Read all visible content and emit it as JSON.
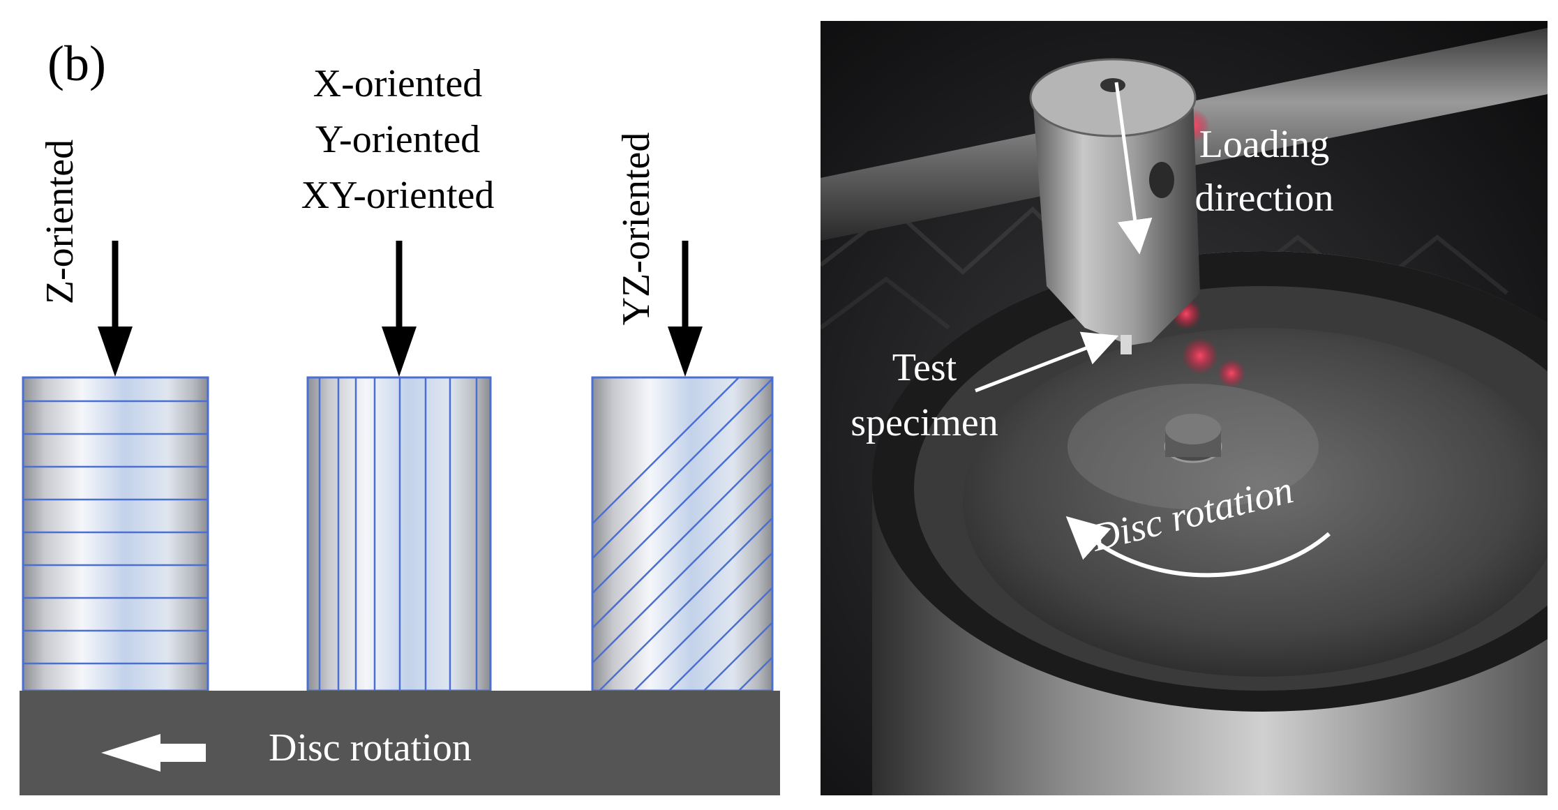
{
  "panel_label": "(b)",
  "labels": {
    "z_oriented": "Z-oriented",
    "x_oriented": "X-oriented",
    "y_oriented": "Y-oriented",
    "xy_oriented": "XY-oriented",
    "yz_oriented": "YZ-oriented",
    "disc_rotation": "Disc rotation"
  },
  "photo": {
    "loading_direction_line1": "Loading",
    "loading_direction_line2": "direction",
    "test_specimen_line1": "Test",
    "test_specimen_line2": "specimen",
    "disc_rotation": "Disc rotation"
  },
  "colors": {
    "layer_lines": "#4a6fd1",
    "disc": "#555555",
    "arrow": "#000000",
    "photo_text": "#ffffff"
  }
}
